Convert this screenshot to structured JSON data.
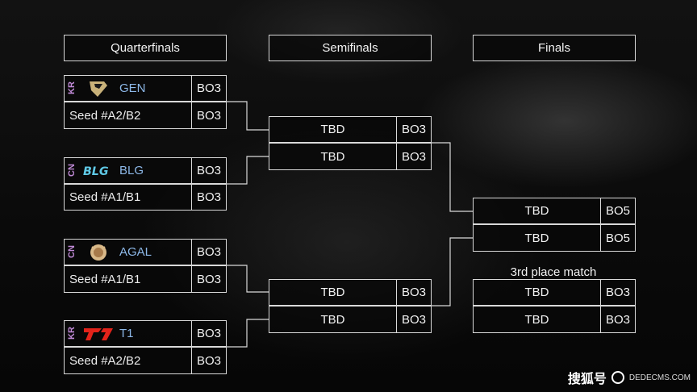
{
  "rounds": {
    "quarterfinals": "Quarterfinals",
    "semifinals": "Semifinals",
    "finals": "Finals"
  },
  "quarterfinals": [
    {
      "region": "KR",
      "logo": "gen-logo-icon",
      "team": "GEN",
      "bo": "BO3"
    },
    {
      "seed": "Seed #A2/B2",
      "bo": "BO3"
    },
    {
      "region": "CN",
      "logo": "blg-logo-icon",
      "team": "BLG",
      "bo": "BO3"
    },
    {
      "seed": "Seed #A1/B1",
      "bo": "BO3"
    },
    {
      "region": "CN",
      "logo": "agal-logo-icon",
      "team": "AGAL",
      "bo": "BO3"
    },
    {
      "seed": "Seed #A1/B1",
      "bo": "BO3"
    },
    {
      "region": "KR",
      "logo": "t1-logo-icon",
      "team": "T1",
      "bo": "BO3"
    },
    {
      "seed": "Seed #A2/B2",
      "bo": "BO3"
    }
  ],
  "semifinals": [
    {
      "team": "TBD",
      "bo": "BO3"
    },
    {
      "team": "TBD",
      "bo": "BO3"
    },
    {
      "team": "TBD",
      "bo": "BO3"
    },
    {
      "team": "TBD",
      "bo": "BO3"
    }
  ],
  "finals": [
    {
      "team": "TBD",
      "bo": "BO5"
    },
    {
      "team": "TBD",
      "bo": "BO5"
    }
  ],
  "third_place": {
    "label": "3rd place match",
    "rows": [
      {
        "team": "TBD",
        "bo": "BO3"
      },
      {
        "team": "TBD",
        "bo": "BO3"
      }
    ]
  },
  "watermark": {
    "text": "搜狐号",
    "sub": "DEDECMS.COM"
  },
  "colors": {
    "border": "#d9d9d9",
    "team_name": "#8db8e8",
    "region": "#c08ad6",
    "background": "#0b0b0b"
  }
}
